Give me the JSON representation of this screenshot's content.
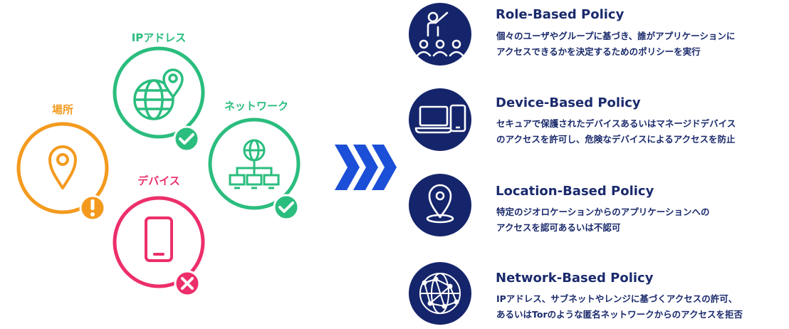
{
  "left_items": {
    "location": {
      "label": "場所",
      "status": "warning",
      "color": "#f39a1e"
    },
    "ip": {
      "label": "IPアドレス",
      "status": "ok",
      "color": "#2bbd7e"
    },
    "network": {
      "label": "ネットワーク",
      "status": "ok",
      "color": "#2bbd7e"
    },
    "device": {
      "label": "デバイス",
      "status": "denied",
      "color": "#ec2f6a"
    }
  },
  "arrow": {
    "color": "#1c4fd8"
  },
  "policies": [
    {
      "icon": "presenter-audience-icon",
      "title": "Role-Based Policy",
      "desc_lines": [
        "個々のユーザやグループに基づき、誰がアプリケーションに",
        "アクセスできるかを決定するためのポリシーを実行"
      ]
    },
    {
      "icon": "laptop-phone-icon",
      "title": "Device-Based Policy",
      "desc_lines": [
        "セキュアで保護されたデバイスあるいはマネージドデバイス",
        "のアクセスを許可し、危険なデバイスによるアクセスを防止"
      ]
    },
    {
      "icon": "location-pin-icon",
      "title": "Location-Based Policy",
      "desc_lines": [
        "特定のジオロケーションからのアプリケーションへの",
        "アクセスを認可あるいは不認可"
      ]
    },
    {
      "icon": "network-globe-icon",
      "title": "Network-Based Policy",
      "desc_lines": [
        "IPアドレス、サブネットやレンジに基づくアクセスの許可、",
        "あるいはTorのような匿名ネットワークからのアクセスを拒否"
      ]
    }
  ],
  "colors": {
    "navy": "#15256b",
    "text": "#1a2a6c"
  }
}
